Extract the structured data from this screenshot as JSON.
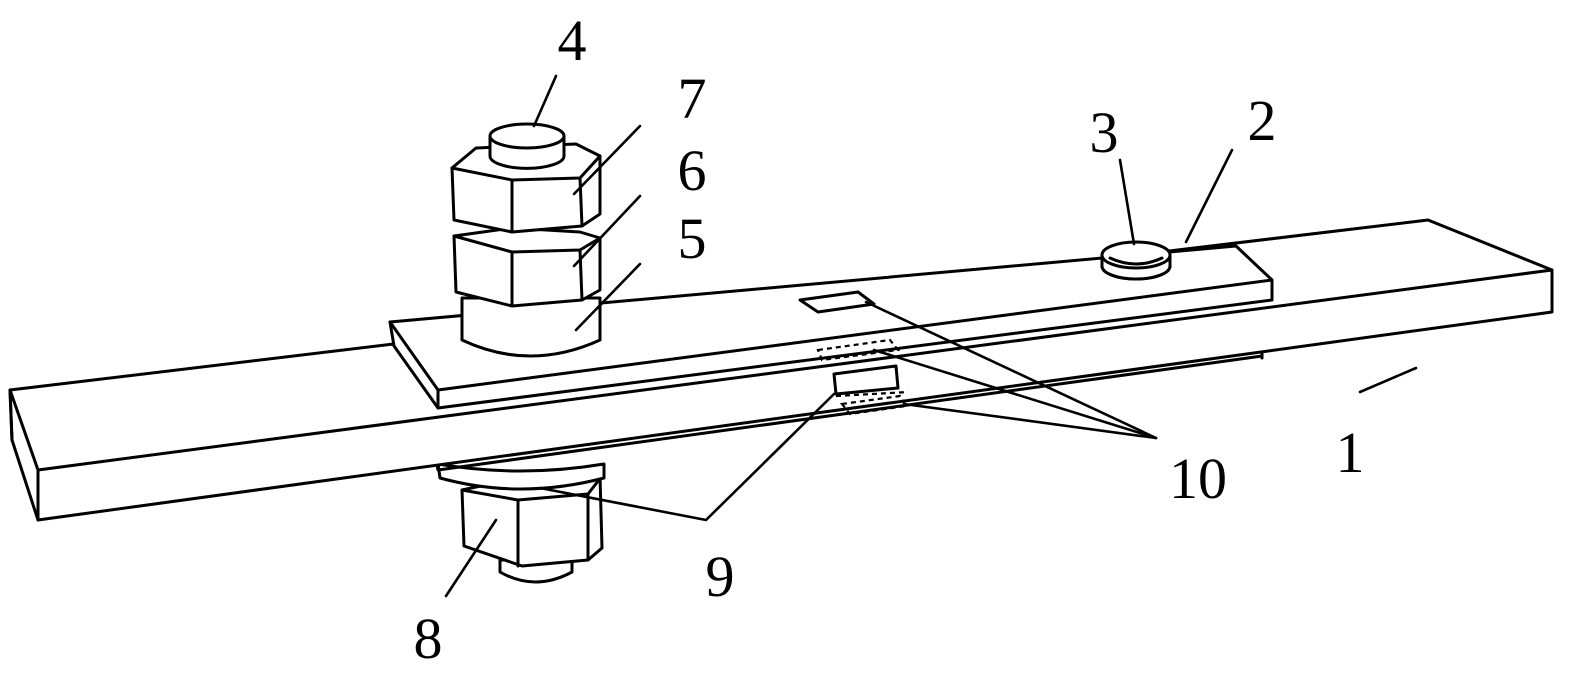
{
  "figure": {
    "labels": {
      "l1": "1",
      "l2": "2",
      "l3": "3",
      "l4": "4",
      "l5": "5",
      "l6": "6",
      "l7": "7",
      "l8": "8",
      "l9": "9",
      "l10": "10"
    }
  },
  "colors": {
    "line": "#000000",
    "background": "#ffffff"
  }
}
